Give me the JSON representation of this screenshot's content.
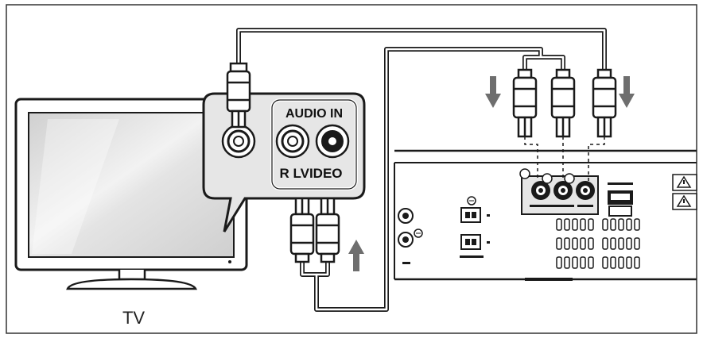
{
  "labels": {
    "audio_in": "AUDIO IN",
    "r_l_video": "R LVIDEO",
    "tv": "TV"
  },
  "colors": {
    "outline": "#1a1a1a",
    "panel_fill": "#e6e6e6",
    "bubble_fill": "#e6e6e6",
    "screen_fill": "#dcdcdc",
    "arrow": "#6e6e6e",
    "background": "#ffffff"
  },
  "icons": {
    "arrow_down": "arrow-down-icon",
    "arrow_up": "arrow-up-icon",
    "warning": "warning-icon"
  }
}
